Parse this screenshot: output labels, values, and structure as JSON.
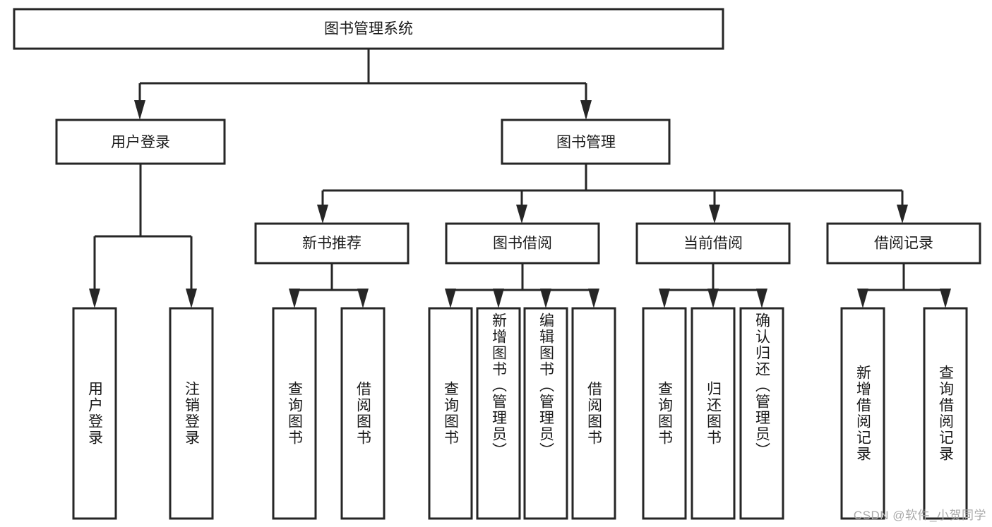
{
  "diagram": {
    "title": "图书管理系统",
    "type": "tree-hierarchy-chart",
    "root": {
      "label": "图书管理系统"
    },
    "level2": [
      {
        "label": "用户登录"
      },
      {
        "label": "图书管理"
      }
    ],
    "level3": [
      {
        "label": "新书推荐"
      },
      {
        "label": "图书借阅"
      },
      {
        "label": "当前借阅"
      },
      {
        "label": "借阅记录"
      }
    ],
    "leaves": {
      "user_login": [
        {
          "label": "用户登录"
        },
        {
          "label": "注销登录"
        }
      ],
      "new_book_recommend": [
        {
          "label": "查询图书"
        },
        {
          "label": "借阅图书"
        }
      ],
      "book_borrow": [
        {
          "label": "查询图书"
        },
        {
          "label": "新增图书（管理员）"
        },
        {
          "label": "编辑图书（管理员）"
        },
        {
          "label": "借阅图书"
        }
      ],
      "current_borrow": [
        {
          "label": "查询图书"
        },
        {
          "label": "归还图书"
        },
        {
          "label": "确认归还（管理员）"
        }
      ],
      "borrow_record": [
        {
          "label": "新增借阅记录"
        },
        {
          "label": "查询借阅记录"
        }
      ]
    }
  },
  "watermark": {
    "text": "CSDN @软件_小贺同学"
  },
  "colors": {
    "stroke": "#262626",
    "fill": "#ffffff",
    "text": "#1a1a1a",
    "watermark": "#a9a9a9"
  }
}
